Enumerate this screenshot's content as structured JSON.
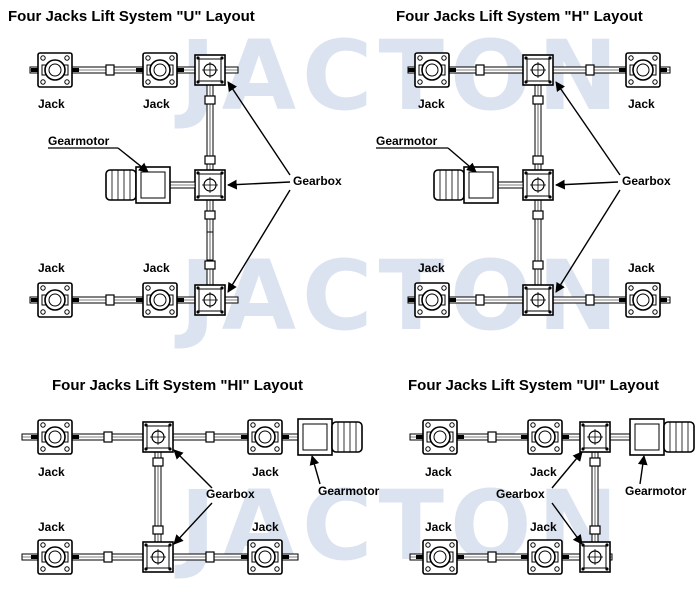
{
  "watermark": "JACTON",
  "layouts": [
    {
      "title": "Four Jacks Lift System \"U\" Layout",
      "jack": "Jack",
      "gearmotor": "Gearmotor",
      "gearbox": "Gearbox"
    },
    {
      "title": "Four Jacks Lift System \"H\" Layout",
      "jack": "Jack",
      "gearmotor": "Gearmotor",
      "gearbox": "Gearbox"
    },
    {
      "title": "Four Jacks Lift System \"HI\" Layout",
      "jack": "Jack",
      "gearmotor": "Gearmotor",
      "gearbox": "Gearbox"
    },
    {
      "title": "Four Jacks Lift System \"UI\" Layout",
      "jack": "Jack",
      "gearmotor": "Gearmotor",
      "gearbox": "Gearbox"
    }
  ]
}
